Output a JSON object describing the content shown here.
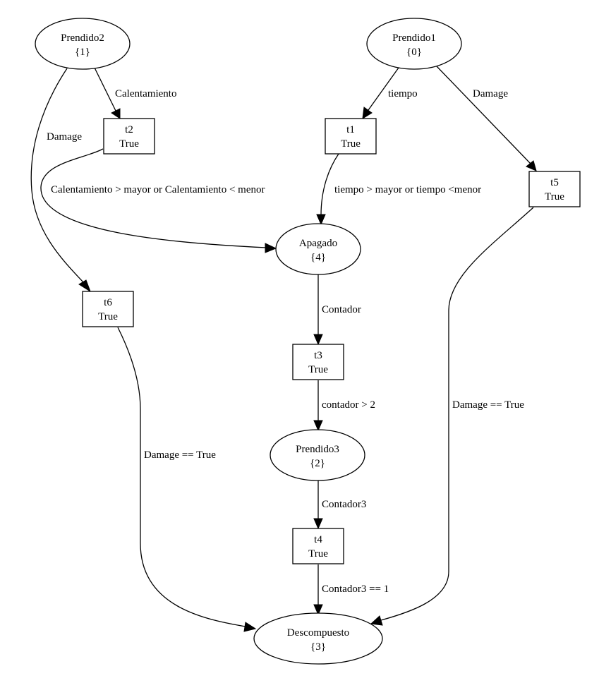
{
  "diagram": {
    "type": "petri-net",
    "places": [
      {
        "id": "Prendido2",
        "name": "Prendido2",
        "tokens": "{1}"
      },
      {
        "id": "Prendido1",
        "name": "Prendido1",
        "tokens": "{0}"
      },
      {
        "id": "Apagado",
        "name": "Apagado",
        "tokens": "{4}"
      },
      {
        "id": "Prendido3",
        "name": "Prendido3",
        "tokens": "{2}"
      },
      {
        "id": "Descompuesto",
        "name": "Descompuesto",
        "tokens": "{3}"
      }
    ],
    "transitions": [
      {
        "id": "t2",
        "name": "t2",
        "guard": "True"
      },
      {
        "id": "t1",
        "name": "t1",
        "guard": "True"
      },
      {
        "id": "t5",
        "name": "t5",
        "guard": "True"
      },
      {
        "id": "t6",
        "name": "t6",
        "guard": "True"
      },
      {
        "id": "t3",
        "name": "t3",
        "guard": "True"
      },
      {
        "id": "t4",
        "name": "t4",
        "guard": "True"
      }
    ],
    "edges": [
      {
        "from": "Prendido2",
        "to": "t2",
        "label": "Calentamiento"
      },
      {
        "from": "Prendido2",
        "to": "t6",
        "label": "Damage"
      },
      {
        "from": "Prendido1",
        "to": "t1",
        "label": "tiempo"
      },
      {
        "from": "Prendido1",
        "to": "t5",
        "label": "Damage"
      },
      {
        "from": "t2",
        "to": "Apagado",
        "label": "Calentamiento > mayor or Calentamiento < menor"
      },
      {
        "from": "t1",
        "to": "Apagado",
        "label": "tiempo > mayor or tiempo <menor"
      },
      {
        "from": "Apagado",
        "to": "t3",
        "label": "Contador"
      },
      {
        "from": "t3",
        "to": "Prendido3",
        "label": "contador > 2"
      },
      {
        "from": "Prendido3",
        "to": "t4",
        "label": "Contador3"
      },
      {
        "from": "t4",
        "to": "Descompuesto",
        "label": "Contador3 == 1"
      },
      {
        "from": "t6",
        "to": "Descompuesto",
        "label": "Damage == True"
      },
      {
        "from": "t5",
        "to": "Descompuesto",
        "label": "Damage == True"
      }
    ]
  }
}
